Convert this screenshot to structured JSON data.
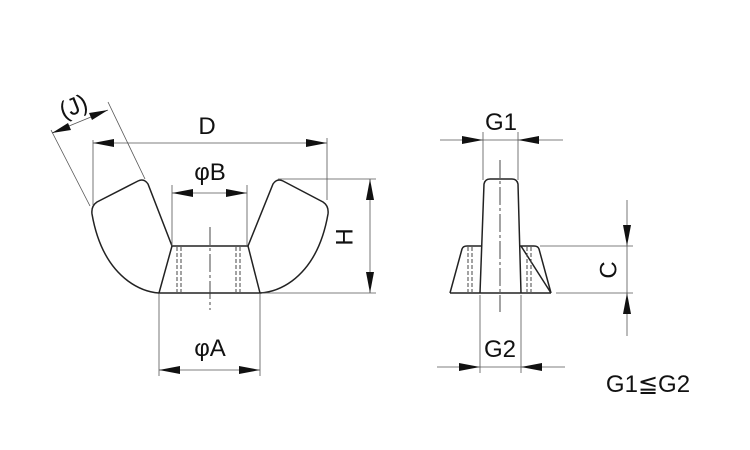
{
  "diagram": {
    "title": "Wing nut dimension drawing",
    "front_view": {
      "labels": {
        "J": "(J)",
        "D": "D",
        "B": "φB",
        "H": "H",
        "A": "φA"
      }
    },
    "side_view": {
      "labels": {
        "G1": "G1",
        "G2": "G2",
        "C": "C"
      }
    },
    "note": "G1≦G2"
  }
}
